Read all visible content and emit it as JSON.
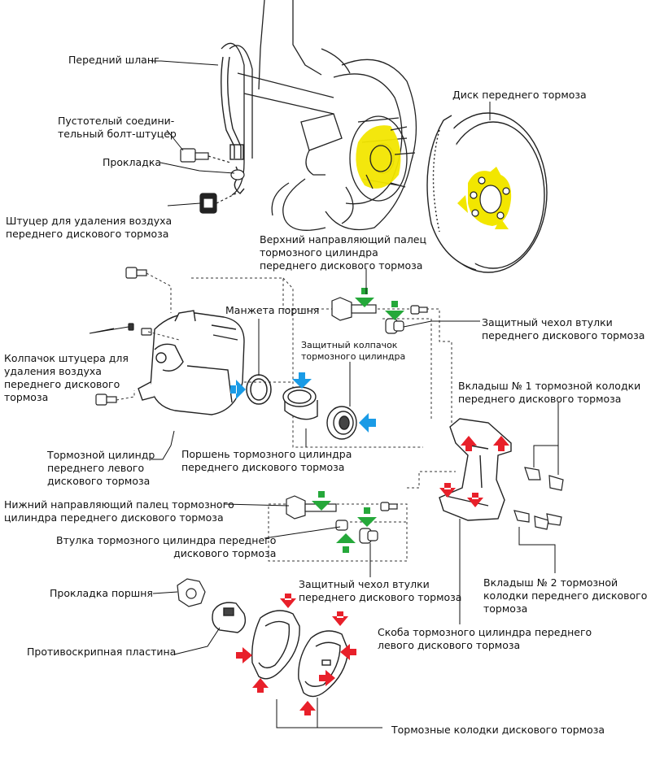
{
  "labels": {
    "front_hose": "Передний шланг",
    "union_bolt": "Пустотелый соедини-\nтельный болт-штуцер",
    "gasket": "Прокладка",
    "bleeder_plug": "Штуцер для удаления воздуха\nпереднего дискового тормоза",
    "front_disc": "Диск переднего тормоза",
    "upper_slide_pin": "Верхний направляющий палец\nтормозного цилиндра\nпереднего дискового тормоза",
    "piston_seal": "Манжета поршня",
    "cylinder_boot": "Защитный колпачок\nтормозного цилиндра",
    "bushing_dust_boot_upper": "Защитный чехол втулки\nпереднего дискового тормоза",
    "bleeder_cap": "Колпачок штуцера для\nудаления воздуха\nпереднего дискового\nтормоза",
    "pad_support_1": "Вкладыш № 1 тормозной колодки\nпереднего дискового тормоза",
    "cylinder_lh": "Тормозной цилиндр\nпереднего левого\nдискового тормоза",
    "piston": "Поршень тормозного цилиндра\nпереднего дискового тормоза",
    "lower_slide_pin": "Нижний направляющий палец тормозного\nцилиндра переднего дискового тормоза",
    "cylinder_bushing": "Втулка тормозного цилиндра переднего\nдискового тормоза",
    "bushing_dust_boot_lower": "Защитный чехол втулки\nпереднего дискового тормоза",
    "pad_support_2": "Вкладыш № 2 тормозной\nколодки переднего дискового\nтормоза",
    "piston_gasket": "Прокладка поршня",
    "anti_squeal_shim": "Противоскрипная пластина",
    "mounting_bracket": "Скоба тормозного цилиндра переднего\nлевого дискового тормоза",
    "disc_pads": "Тормозные колодки дискового тормоза"
  },
  "colors": {
    "grease_yellow": "#f2e600",
    "arrow_red": "#e8202a",
    "arrow_green": "#25a83a",
    "arrow_blue": "#1a9be6"
  }
}
